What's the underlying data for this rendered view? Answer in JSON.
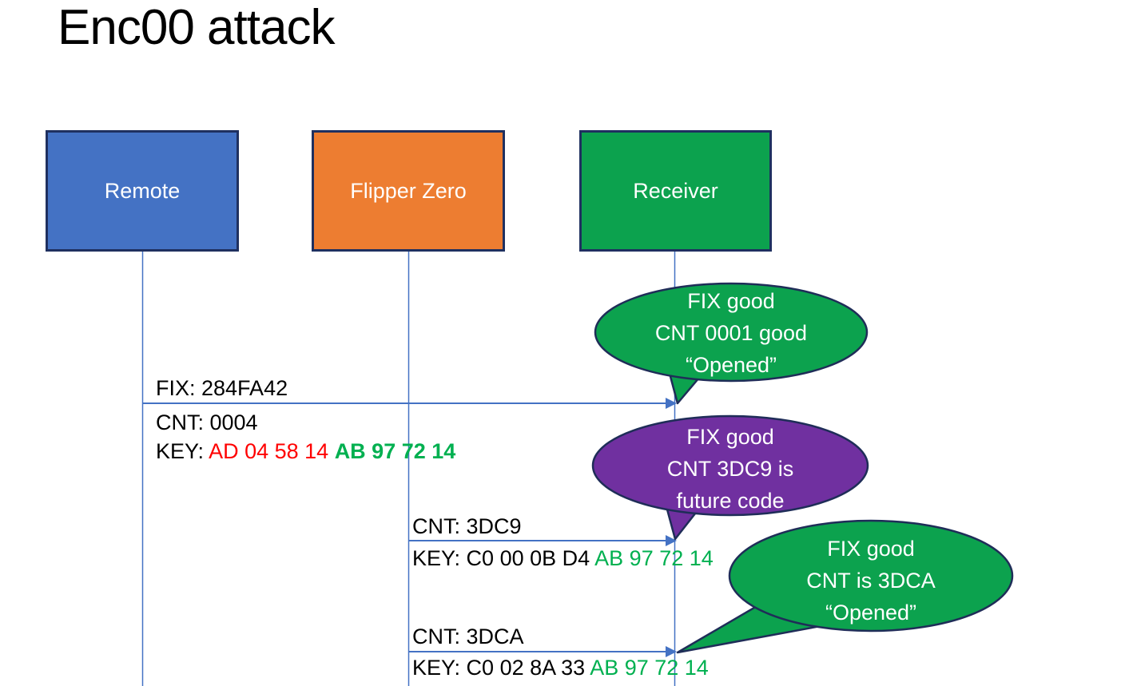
{
  "title": "Enc00 attack",
  "colors": {
    "actor_blue": "#4472C4",
    "actor_orange": "#ED7D31",
    "shape_green": "#0CA24E",
    "bubble_purple": "#7030A0",
    "shape_border": "#1F2D58",
    "arrow_blue": "#4472C4",
    "key_red": "#FF0000",
    "key_green": "#00B050",
    "text_black": "#000000",
    "text_white": "#FFFFFF"
  },
  "actors": [
    {
      "label": "Remote"
    },
    {
      "label": "Flipper Zero"
    },
    {
      "label": "Receiver"
    }
  ],
  "messages": [
    {
      "above": "FIX: 284FA42",
      "line2": "CNT: 0004",
      "key_prefix": "KEY: ",
      "key_red": "AD 04 58 14 ",
      "key_green_bold": "AB 97 72 14"
    },
    {
      "above": "CNT: 3DC9",
      "key_prefix": "KEY: ",
      "key_black": "C0 00 0B D4 ",
      "key_green": "AB 97 72 14"
    },
    {
      "above": "CNT: 3DCA",
      "key_prefix": "KEY: ",
      "key_black": "C0 02 8A 33 ",
      "key_green": "AB 97 72 14"
    }
  ],
  "bubbles": [
    {
      "lines": [
        "FIX good",
        "CNT 0001 good",
        "“Opened”"
      ]
    },
    {
      "lines": [
        "FIX good",
        "CNT 3DC9 is",
        "future code"
      ]
    },
    {
      "lines": [
        "FIX good",
        "CNT is 3DCA",
        "“Opened”"
      ]
    }
  ]
}
